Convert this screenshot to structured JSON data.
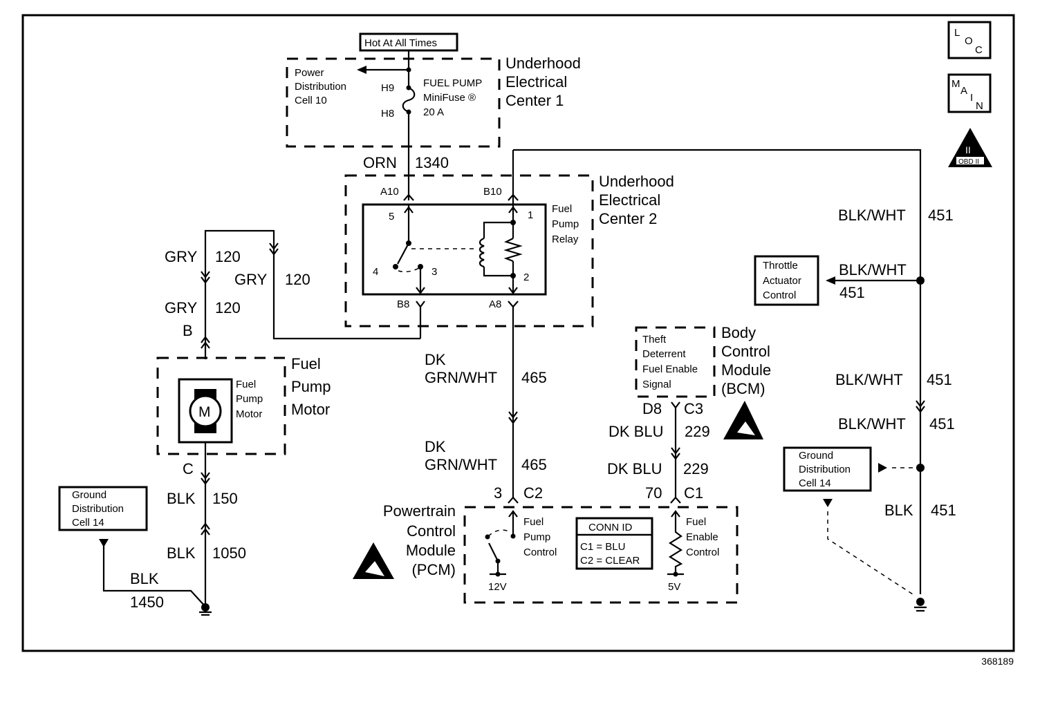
{
  "diagram": {
    "figure_id": "368189",
    "hot_label": "Hot At All Times",
    "uec1": {
      "title": [
        "Underhood",
        "Electrical",
        "Center 1"
      ],
      "pdc": [
        "Power",
        "Distribution",
        "Cell 10"
      ],
      "pin_top": "H9",
      "pin_bottom": "H8",
      "fuse": [
        "FUEL PUMP",
        "MiniFuse ®",
        "20 A"
      ]
    },
    "wire_orn": {
      "color": "ORN",
      "circuit": "1340"
    },
    "uec2": {
      "title": [
        "Underhood",
        "Electrical",
        "Center 2"
      ],
      "relay_label": [
        "Fuel",
        "Pump",
        "Relay"
      ],
      "pins": {
        "a10": "A10",
        "b10": "B10",
        "b8": "B8",
        "a8": "A8"
      },
      "terminals": {
        "t1": "1",
        "t2": "2",
        "t3": "3",
        "t4": "4",
        "t5": "5"
      }
    },
    "gry_wires": [
      {
        "color": "GRY",
        "circuit": "120"
      },
      {
        "color": "GRY",
        "circuit": "120"
      },
      {
        "color": "GRY",
        "circuit": "120"
      }
    ],
    "motor": {
      "connector_top": "B",
      "connector_bottom": "C",
      "symbol": "M",
      "inner_label": [
        "Fuel",
        "Pump",
        "Motor"
      ],
      "title": [
        "Fuel",
        "Pump",
        "Motor"
      ]
    },
    "blk_wires": [
      {
        "color": "BLK",
        "circuit": "150"
      },
      {
        "color": "BLK",
        "circuit": "1050"
      },
      {
        "color": "BLK",
        "circuit": "1450"
      }
    ],
    "ground_left": [
      "Ground",
      "Distribution",
      "Cell 14"
    ],
    "dkgrn_wires": [
      {
        "color1": "DK",
        "color2": "GRN/WHT",
        "circuit": "465"
      },
      {
        "color1": "DK",
        "color2": "GRN/WHT",
        "circuit": "465"
      }
    ],
    "pcm": {
      "title": [
        "Powertrain",
        "Control",
        "Module",
        "(PCM)"
      ],
      "pin_c2": "3",
      "conn_c2": "C2",
      "pin_c1": "70",
      "conn_c1": "C1",
      "fpc_label": [
        "Fuel",
        "Pump",
        "Control"
      ],
      "fec_label": [
        "Fuel",
        "Enable",
        "Control"
      ],
      "v12": "12V",
      "v5": "5V",
      "conn_id_title": "CONN ID",
      "conn_id_rows": [
        "C1 = BLU",
        "C2 = CLEAR"
      ]
    },
    "bcm": {
      "title": [
        "Body",
        "Control",
        "Module",
        "(BCM)"
      ],
      "signal": [
        "Theft",
        "Deterrent",
        "Fuel Enable",
        "Signal"
      ],
      "pin": "D8",
      "conn": "C3"
    },
    "dkblu_wires": [
      {
        "color": "DK BLU",
        "circuit": "229"
      },
      {
        "color": "DK BLU",
        "circuit": "229"
      }
    ],
    "throttle": [
      "Throttle",
      "Actuator",
      "Control"
    ],
    "blkwht_wires": [
      {
        "color": "BLK/WHT",
        "circuit": "451"
      },
      {
        "color": "BLK/WHT",
        "circuit": "451"
      },
      {
        "color": "BLK/WHT",
        "circuit": "451"
      },
      {
        "color": "BLK/WHT",
        "circuit": "451"
      },
      {
        "color": "BLK",
        "circuit": "451"
      }
    ],
    "ground_right": [
      "Ground",
      "Distribution",
      "Cell 14"
    ],
    "icons": {
      "loc": [
        "L",
        "O",
        "C"
      ],
      "main": [
        "M",
        "A",
        "I",
        "N"
      ],
      "obd": [
        "II",
        "OBD II"
      ]
    }
  }
}
